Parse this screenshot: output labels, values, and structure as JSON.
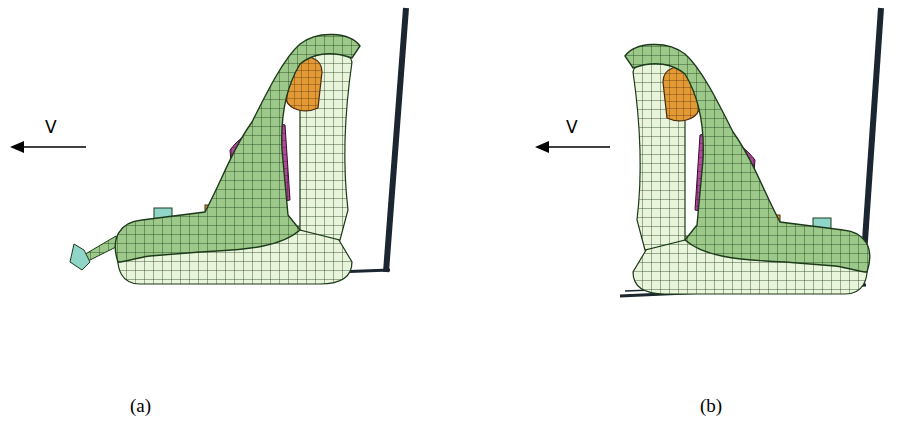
{
  "diagram": {
    "labels": [
      "V",
      "(a)",
      "V",
      "(b)"
    ]
  }
}
